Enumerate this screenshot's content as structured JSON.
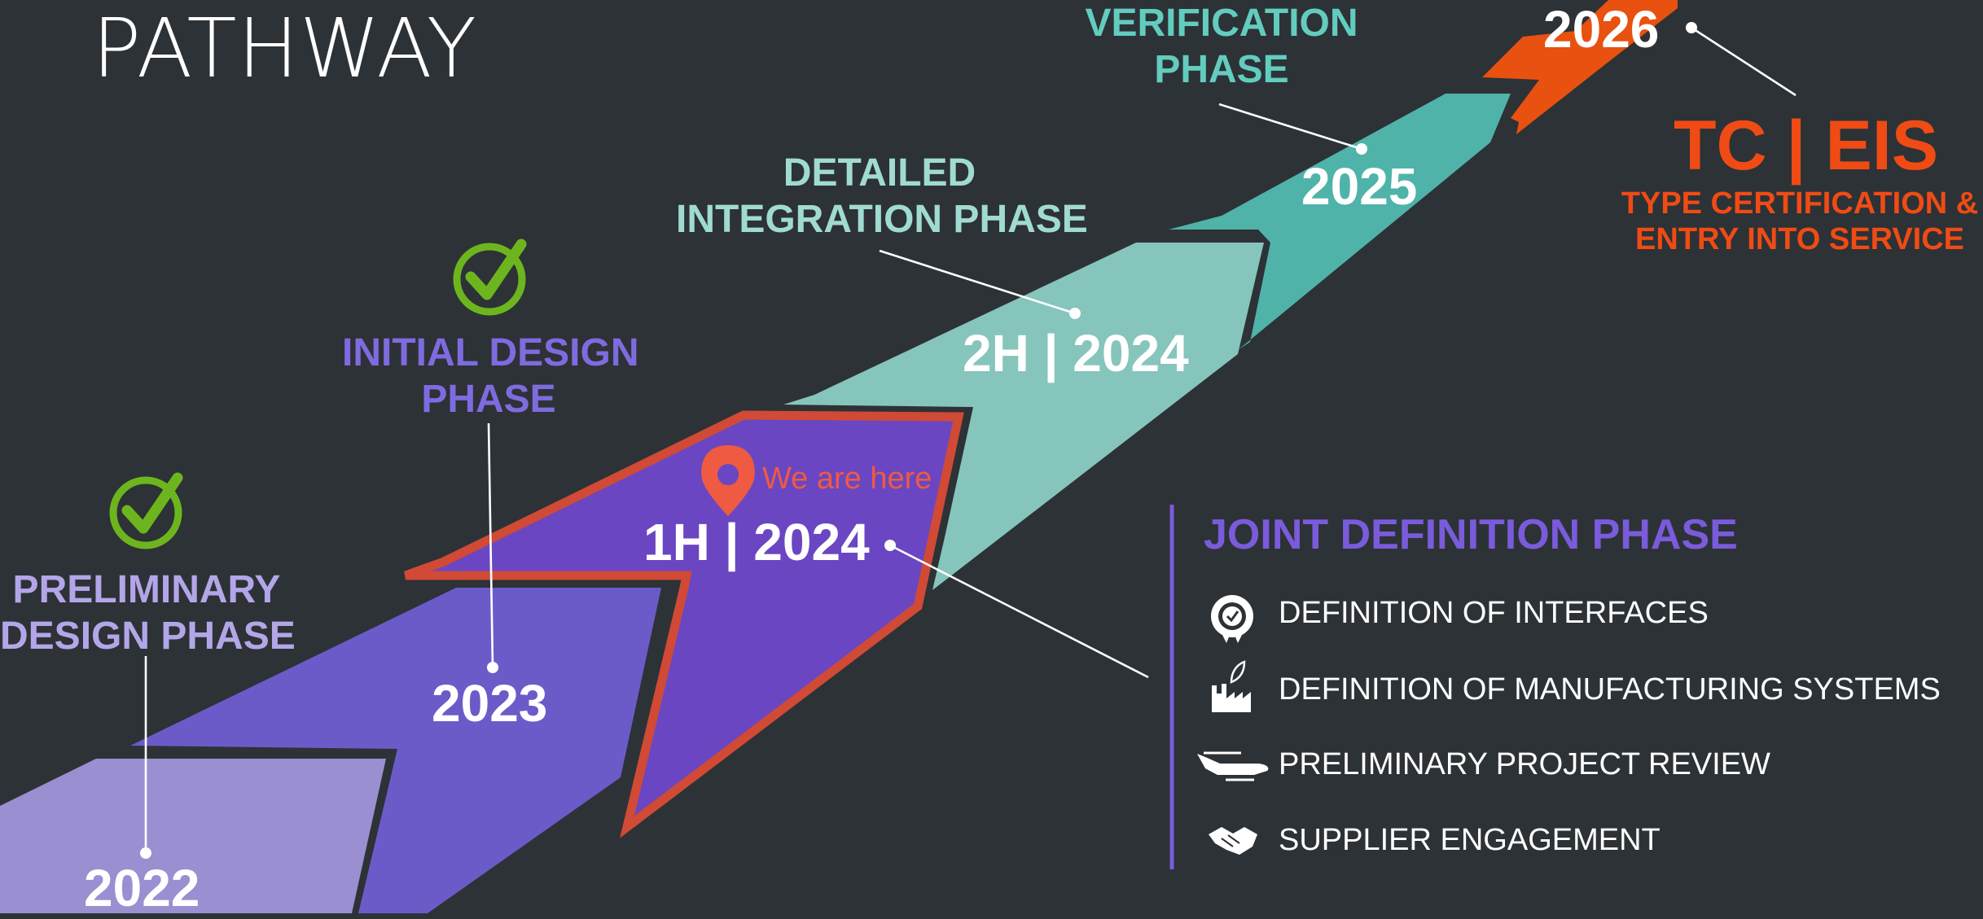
{
  "title": "PATHWAY",
  "phases": {
    "preliminary": {
      "label_line1": "PRELIMINARY",
      "label_line2": "DESIGN PHASE",
      "year": "2022",
      "status": "check-icon"
    },
    "initial": {
      "label_line1": "INITIAL DESIGN",
      "label_line2": "PHASE",
      "year": "2023",
      "status": "check-icon"
    },
    "joint": {
      "year": "1H | 2024",
      "marker": "We are here"
    },
    "detailed": {
      "label_line1": "DETAILED",
      "label_line2": "INTEGRATION PHASE",
      "year": "2H | 2024"
    },
    "verification": {
      "label_line1": "VERIFICATION",
      "label_line2": "PHASE",
      "year": "2025"
    },
    "tc_eis": {
      "year": "2026",
      "heading": "TC | EIS",
      "sub_line1": "TYPE CERTIFICATION &",
      "sub_line2": "ENTRY INTO SERVICE"
    }
  },
  "joint_definition": {
    "title": "JOINT DEFINITION PHASE",
    "items": [
      {
        "icon": "badge-icon",
        "label": "DEFINITION OF INTERFACES"
      },
      {
        "icon": "factory-icon",
        "label": "DEFINITION OF MANUFACTURING SYSTEMS"
      },
      {
        "icon": "aircraft-icon",
        "label": "PRELIMINARY PROJECT REVIEW"
      },
      {
        "icon": "handshake-icon",
        "label": "SUPPLIER ENGAGEMENT"
      }
    ]
  },
  "colors": {
    "background": "#2d3236",
    "preliminary": "#9a8fd0",
    "initial": "#6b5bc9",
    "joint": "#6a46c2",
    "joint_outline": "#d04a35",
    "detailed": "#86c5bc",
    "verification": "#4fb3aa",
    "tc_eis": "#e8510f",
    "check": "#6db51e"
  }
}
